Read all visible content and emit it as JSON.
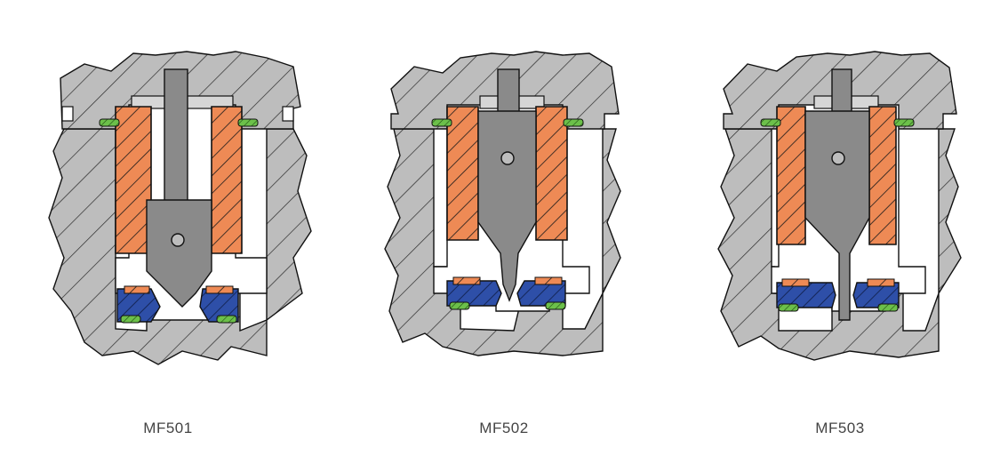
{
  "colors": {
    "housing": "#bdbdbd",
    "coil": "#ee8a55",
    "seal": "#2e4fa8",
    "oring": "#6cc04a",
    "pin": "#8a8a8a",
    "outline": "#111111"
  },
  "panels": [
    {
      "label": "MF501",
      "variant": "bulb"
    },
    {
      "label": "MF502",
      "variant": "taper"
    },
    {
      "label": "MF503",
      "variant": "needle"
    }
  ]
}
